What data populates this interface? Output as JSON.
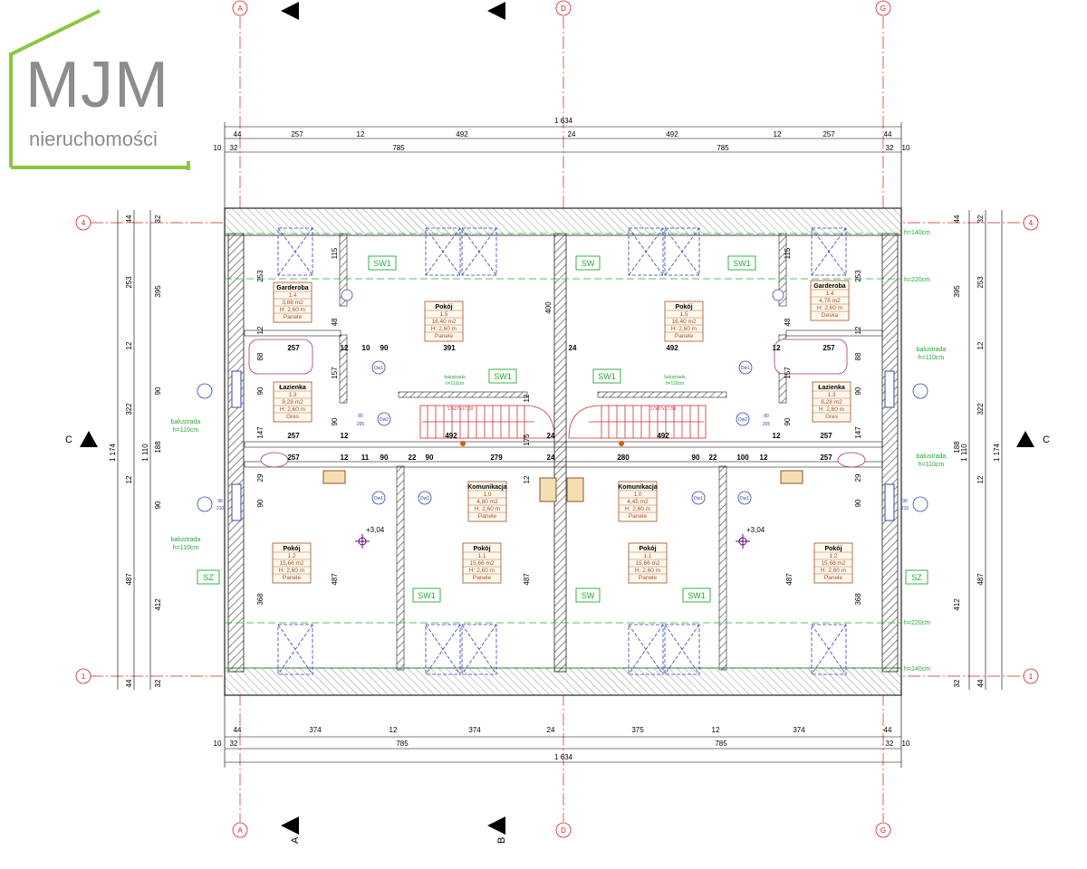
{
  "logo": {
    "main": "MJM",
    "sub": "nieruchomości",
    "color": "#8cc63f"
  },
  "grid": {
    "a": "A",
    "d": "D",
    "g": "G",
    "r4": "4",
    "r1": "1"
  },
  "section": {
    "c": "C",
    "a": "A",
    "b": "B"
  },
  "dims": {
    "top": {
      "total": "1 634",
      "seg": [
        "44",
        "257",
        "12",
        "492",
        "24",
        "492",
        "12",
        "257",
        "44"
      ],
      "half": [
        "10",
        "32",
        "785",
        "785",
        "32",
        "10"
      ]
    },
    "bottom": {
      "seg": [
        "44",
        "374",
        "12",
        "374",
        "24",
        "375",
        "12",
        "374",
        "44"
      ],
      "half": [
        "10",
        "32",
        "785",
        "785",
        "32",
        "10"
      ],
      "total": "1 634"
    },
    "left": {
      "total": "1 174",
      "mid": "1 110",
      "outer": [
        "44",
        "253",
        "12",
        "322",
        "12",
        "487",
        "44"
      ],
      "inner": [
        "32",
        "395",
        "188",
        "412",
        "32"
      ],
      "rooms": [
        "90",
        "90",
        "487",
        "115",
        "253",
        "48",
        "12",
        "157",
        "147",
        "90",
        "29",
        "90",
        "368"
      ]
    },
    "right": {
      "total": "1 174",
      "mid": "1 110",
      "outer": [
        "32",
        "253",
        "12",
        "322",
        "12",
        "487",
        "44"
      ],
      "inner": [
        "44",
        "395",
        "188",
        "412",
        "32"
      ]
    },
    "interior": [
      "257",
      "12",
      "10",
      "90",
      "391",
      "24",
      "492",
      "12",
      "257",
      "400",
      "492",
      "24",
      "492",
      "257",
      "12",
      "257",
      "12",
      "11",
      "90",
      "22",
      "90",
      "279",
      "24",
      "280",
      "90",
      "22",
      "100",
      "12",
      "257",
      "175",
      "12",
      "12",
      "88",
      "88",
      "147",
      "147",
      "90",
      "90",
      "90",
      "48",
      "115",
      "253",
      "157",
      "368",
      "487",
      "487",
      "487",
      "29",
      "12",
      "12"
    ]
  },
  "heights": {
    "h140": "h=140cm",
    "h220": "h=220cm"
  },
  "balustrada": "balustrada",
  "h110": "h=110cm",
  "windows": {
    "sw1": "SW1",
    "sw": "SW",
    "sz": "SZ"
  },
  "doors": {
    "dw1": "Dw1",
    "dw2": "Dw2",
    "d80": "80",
    "d205": "205",
    "d90": "90",
    "d210": "210"
  },
  "level": "+3,04",
  "stairs": "17x27x17,59",
  "rooms": [
    {
      "name": "Garderoba",
      "no": "1.4",
      "area": "3,88 m2",
      "h": "H: 2,60 m",
      "floor": "Panele"
    },
    {
      "name": "Pokój",
      "no": "1.5",
      "area": "16,40 m2",
      "h": "H: 2,60 m",
      "floor": "Panele"
    },
    {
      "name": "Pokój",
      "no": "1.5",
      "area": "16,40 m2",
      "h": "H: 2,60 m",
      "floor": "Panele"
    },
    {
      "name": "Garderoba",
      "no": "1.4",
      "area": "4,78 m2",
      "h": "H: 2,60 m",
      "floor": "Deska"
    },
    {
      "name": "Łazienka",
      "no": "1.3",
      "area": "8,28 m2",
      "h": "H: 2,60 m",
      "floor": "Gres"
    },
    {
      "name": "Łazienka",
      "no": "1.3",
      "area": "8,28 m2",
      "h": "H: 2,60 m",
      "floor": "Gres"
    },
    {
      "name": "Komunikacja",
      "no": "1.0",
      "area": "4,80 m2",
      "h": "H: 2,60 m",
      "floor": "Panele"
    },
    {
      "name": "Komunikacja",
      "no": "1.0",
      "area": "4,45 m2",
      "h": "H: 2,60 m",
      "floor": "Panele"
    },
    {
      "name": "Pokój",
      "no": "1.2",
      "area": "15,66 m2",
      "h": "H: 2,60 m",
      "floor": "Panele"
    },
    {
      "name": "Pokój",
      "no": "1.1",
      "area": "15,66 m2",
      "h": "H: 2,60 m",
      "floor": "Panele"
    },
    {
      "name": "Pokój",
      "no": "1.1",
      "area": "15,66 m2",
      "h": "H: 2,60 m",
      "floor": "Panele"
    },
    {
      "name": "Pokój",
      "no": "1.2",
      "area": "15,66 m2",
      "h": "H: 2,60 m",
      "floor": "Panele"
    }
  ],
  "colors": {
    "wall": "#444444",
    "axis": "#cc2222",
    "green": "#22aa33",
    "label": "#a0522d",
    "stair": "#cc3333"
  }
}
